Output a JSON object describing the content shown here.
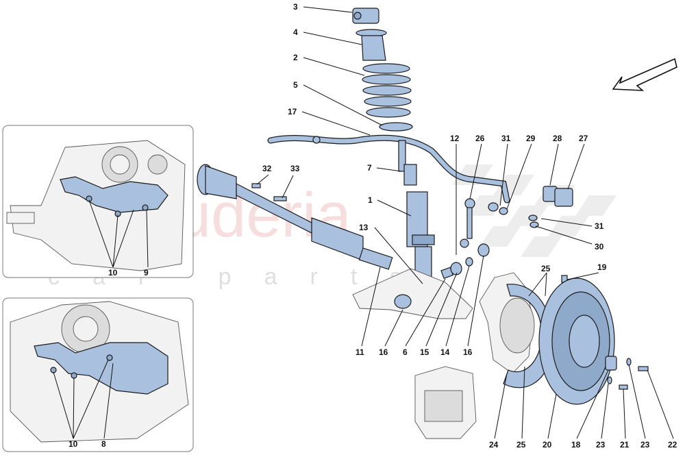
{
  "diagram": {
    "watermark": {
      "main": "scuderia",
      "sub": "car parts"
    },
    "callouts": {
      "c1": "1",
      "c2": "2",
      "c3": "3",
      "c4": "4",
      "c5": "5",
      "c6": "6",
      "c7": "7",
      "c8": "8",
      "c9": "9",
      "c10a": "10",
      "c10b": "10",
      "c11": "11",
      "c12": "12",
      "c13": "13",
      "c14": "14",
      "c15": "15",
      "c16a": "16",
      "c16b": "16",
      "c17": "17",
      "c18": "18",
      "c19": "19",
      "c20": "20",
      "c21": "21",
      "c22": "22",
      "c23a": "23",
      "c23b": "23",
      "c24": "24",
      "c25a": "25",
      "c25b": "25",
      "c26": "26",
      "c27": "27",
      "c28": "28",
      "c29": "29",
      "c30": "30",
      "c31a": "31",
      "c31b": "31",
      "c32": "32",
      "c33": "33"
    }
  }
}
